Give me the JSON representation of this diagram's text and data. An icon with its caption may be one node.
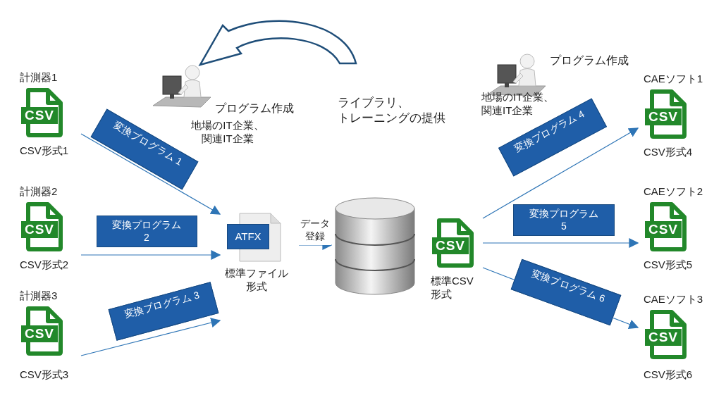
{
  "diagram": {
    "nodes": [
      {
        "text": [
          "計測器1",
          "CSV",
          "CSV形式1"
        ]
      },
      {
        "text": [
          "計測器2",
          "CSV",
          "CSV形式2"
        ]
      },
      {
        "text": [
          "計測器3",
          "CSV",
          "CSV形式3"
        ]
      },
      {
        "text": [
          "ATFX",
          "標準ファイル形式"
        ]
      },
      {
        "text": [],
        "shape": "cylinder"
      },
      {
        "text": [
          "CSV",
          "標準CSV形式"
        ]
      },
      {
        "text": [
          "CAEソフト1",
          "CSV",
          "CSV形式4"
        ]
      },
      {
        "text": [
          "CAEソフト2",
          "CSV",
          "CSV形式5"
        ]
      },
      {
        "text": [
          "CAEソフト3",
          "CSV",
          "CSV形式6"
        ]
      },
      {
        "text": [
          "ライブラリ、トレーニングの提供"
        ]
      },
      {
        "text": [
          "プログラム作成",
          "地場のIT企業、関連IT企業"
        ]
      },
      {
        "text": [
          "プログラム作成",
          "地場のIT企業、関連IT企業"
        ]
      }
    ],
    "edges": [
      {
        "from": 0,
        "to": 3,
        "arrow": "to",
        "label": "変換プログラム 1"
      },
      {
        "from": 1,
        "to": 3,
        "arrow": "to",
        "label": "変換プログラム 2"
      },
      {
        "from": 2,
        "to": 3,
        "arrow": "to",
        "label": "変換プログラム 3"
      },
      {
        "from": 3,
        "to": 4,
        "arrow": "to",
        "label": "データ登録"
      },
      {
        "from": 5,
        "to": 6,
        "arrow": "to",
        "label": "変換プログラム 4"
      },
      {
        "from": 5,
        "to": 7,
        "arrow": "to",
        "label": "変換プログラム 5"
      },
      {
        "from": 5,
        "to": 8,
        "arrow": "to",
        "label": "変換プログラム 6"
      },
      {
        "from": 9,
        "to": 10,
        "arrow": "to",
        "style": "thick"
      }
    ]
  }
}
